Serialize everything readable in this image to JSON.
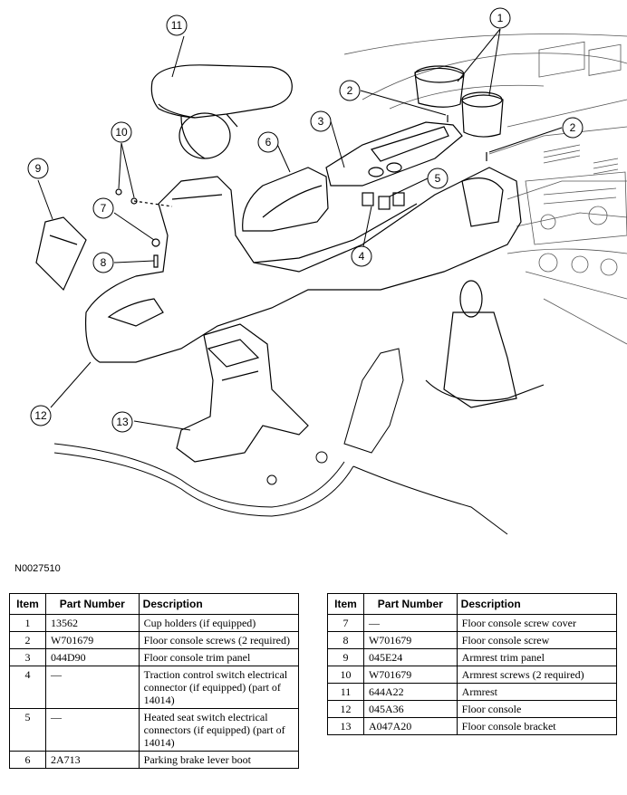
{
  "figure_id": "N0027510",
  "callouts": [
    "1",
    "2",
    "3",
    "4",
    "5",
    "6",
    "7",
    "8",
    "9",
    "10",
    "11",
    "12",
    "13"
  ],
  "tables": {
    "left": {
      "headers": {
        "item": "Item",
        "part_number": "Part Number",
        "description": "Description"
      },
      "rows": [
        {
          "item": "1",
          "part_number": "13562",
          "description": "Cup holders (if equipped)"
        },
        {
          "item": "2",
          "part_number": "W701679",
          "description": "Floor console screws (2 required)"
        },
        {
          "item": "3",
          "part_number": "044D90",
          "description": "Floor console trim panel"
        },
        {
          "item": "4",
          "part_number": "—",
          "description": "Traction control switch electrical connector (if equipped) (part of 14014)"
        },
        {
          "item": "5",
          "part_number": "—",
          "description": "Heated seat switch electrical connectors (if equipped) (part of 14014)"
        },
        {
          "item": "6",
          "part_number": "2A713",
          "description": "Parking brake lever boot"
        }
      ]
    },
    "right": {
      "headers": {
        "item": "Item",
        "part_number": "Part Number",
        "description": "Description"
      },
      "rows": [
        {
          "item": "7",
          "part_number": "—",
          "description": "Floor console screw cover"
        },
        {
          "item": "8",
          "part_number": "W701679",
          "description": "Floor console screw"
        },
        {
          "item": "9",
          "part_number": "045E24",
          "description": "Armrest trim panel"
        },
        {
          "item": "10",
          "part_number": "W701679",
          "description": "Armrest screws (2 required)"
        },
        {
          "item": "11",
          "part_number": "644A22",
          "description": "Armrest"
        },
        {
          "item": "12",
          "part_number": "045A36",
          "description": "Floor console"
        },
        {
          "item": "13",
          "part_number": "A047A20",
          "description": "Floor console bracket"
        }
      ]
    }
  }
}
